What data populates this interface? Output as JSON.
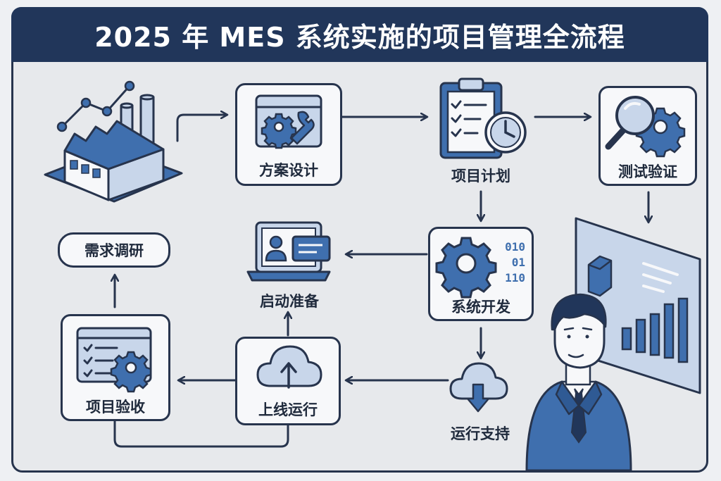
{
  "title": "2025 年 MES 系统实施的项目管理全流程",
  "steps": {
    "research": "需求调研",
    "design": "方案设计",
    "plan": "项目计划",
    "test": "测试验证",
    "kickoff": "启动准备",
    "develop": "系统开发",
    "accept": "项目验收",
    "golive": "上线运行",
    "support": "运行支持"
  },
  "binary_lines": [
    "010",
    "01",
    "110"
  ],
  "colors": {
    "navy": "#21365a",
    "blue": "#3f6fae",
    "light_blue": "#c8d6ea",
    "background": "#e7e9ec"
  },
  "icons": [
    "factory-icon",
    "gear-wrench-icon",
    "clipboard-clock-icon",
    "magnifier-gear-icon",
    "laptop-profile-icon",
    "gear-binary-icon",
    "checklist-gear-icon",
    "cloud-upload-icon",
    "cloud-download-icon",
    "dashboard-screen-icon",
    "businessman-icon"
  ]
}
